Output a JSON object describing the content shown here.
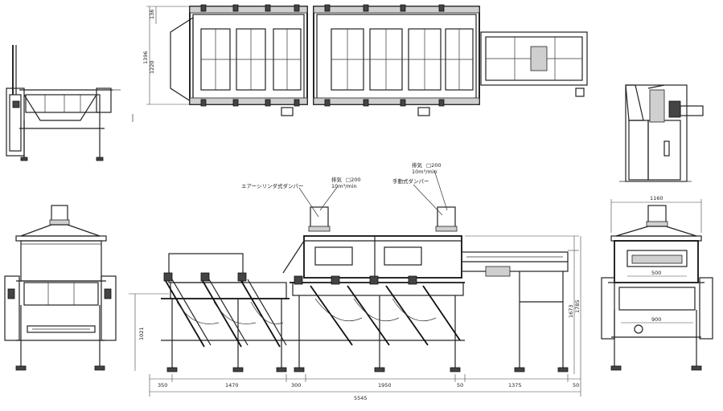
{
  "annotations": {
    "air_cylinder_damper": "エアーシリンダ式ダンパー",
    "manual_damper": "手動式ダンパー",
    "exhaust_left": {
      "label": "排気",
      "size": "□200",
      "flow": "10m³/min"
    },
    "exhaust_right": {
      "label": "排気",
      "size": "□200",
      "flow": "10m³/min"
    }
  },
  "dimensions": {
    "bottom_segments": [
      "350",
      "1470",
      "300",
      "1950",
      "50",
      "1375",
      "50"
    ],
    "total_length": "5545",
    "height_left": "1021",
    "height_right_a": "1673",
    "height_right_b": "1785",
    "plan_width_a": "1396",
    "plan_width_b": "1220",
    "plan_width_c": "136",
    "end_width": "1160",
    "end_inner_a": "500",
    "end_inner_b": "900"
  }
}
